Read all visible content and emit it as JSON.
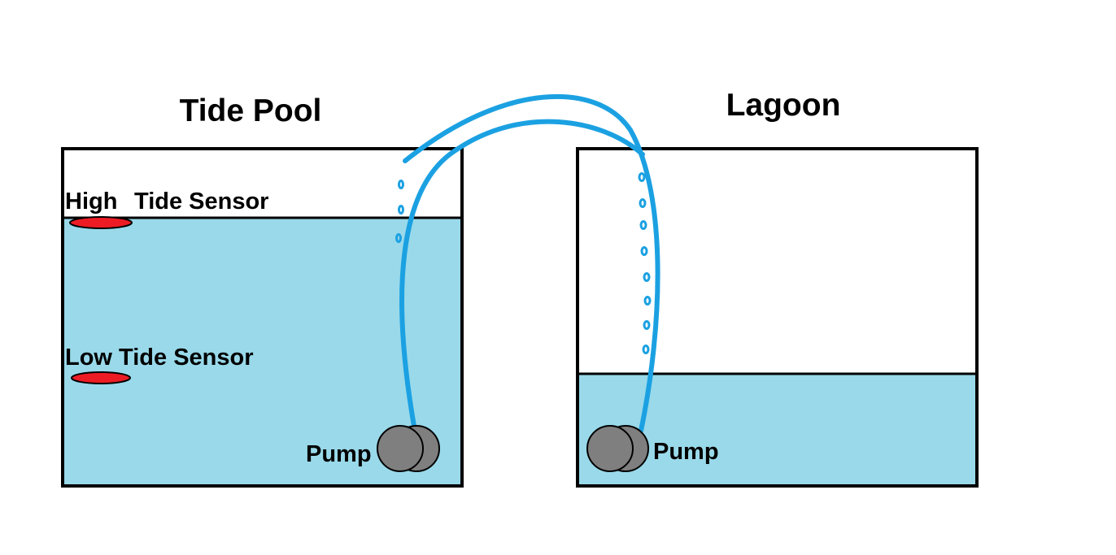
{
  "tanks": {
    "tide_pool": {
      "title": "Tide Pool",
      "pump_label": "Pump"
    },
    "lagoon": {
      "title": "Lagoon",
      "pump_label": "Pump"
    }
  },
  "sensors": {
    "high": {
      "label_word1": "High",
      "label_word2": "Tide Sensor"
    },
    "low": {
      "label": "Low Tide Sensor"
    }
  },
  "colors": {
    "water": "#99d9ea",
    "pipe": "#1ba1e2",
    "sensor": "#ed1c24",
    "pump": "#7f7f7f",
    "outline": "#000000"
  }
}
